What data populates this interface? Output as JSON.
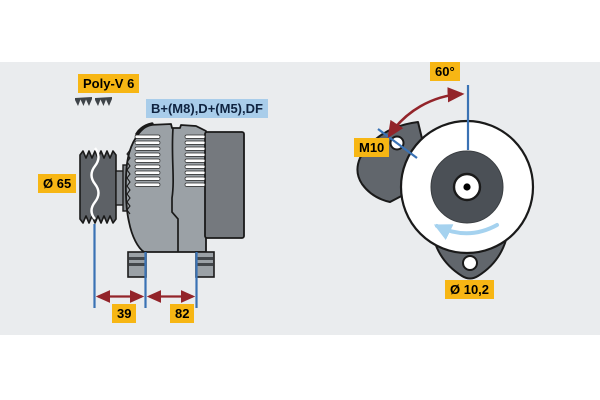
{
  "page": {
    "background": "#ffffff",
    "drawing_panel_background": "#eaecee"
  },
  "colors": {
    "label_yellow": "#f7b614",
    "callout_blue": "#a9cdea",
    "callout_text": "#0f2340",
    "dim_line_blue": "#3a72b4",
    "arrow_red": "#93242a",
    "rotation_blue": "#a5d2ef",
    "panel_gray": "#eaecee",
    "body_gray": "#9ba1a6",
    "dark_gray": "#75797e",
    "pulley_gray": "#5d6166",
    "rotor_gray": "#4b5056",
    "lug_gray": "#61666c",
    "outline": "#1a1a1a"
  },
  "side_view": {
    "belt_type_label": "Poly-V 6",
    "terminals_label": "B+(M8),D+(M5),DF",
    "pulley_diameter_label": "Ø 65",
    "dim_pulley_offset": "39",
    "dim_mounting_span": "82"
  },
  "front_view": {
    "mounting_angle_label": "60°",
    "thread_size_label": "M10",
    "mounting_hole_diameter_label": "Ø 10,2"
  },
  "icons": {
    "belt_profile_icon": "ribbed-belt-cross-section-glyphs",
    "rotation_arrow_icon": "light-blue-curved-rotation-arrow",
    "angle_arc_icon": "red-double-headed-arc-arrow",
    "dimension_arrow_icon": "red-double-headed-arrow"
  }
}
